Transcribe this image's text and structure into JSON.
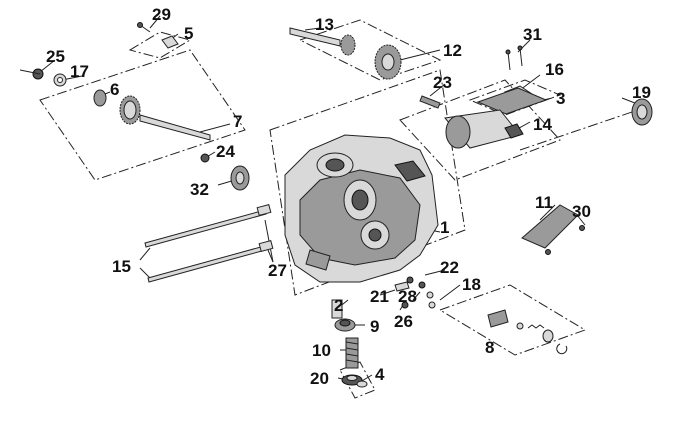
{
  "labels": {
    "p1": "1",
    "p2": "2",
    "p3": "3",
    "p4": "4",
    "p5": "5",
    "p6": "6",
    "p7": "7",
    "p8": "8",
    "p9": "9",
    "p10": "10",
    "p11": "11",
    "p12": "12",
    "p13": "13",
    "p14": "14",
    "p15": "15",
    "p16": "16",
    "p17": "17",
    "p18": "18",
    "p19": "19",
    "p20": "20",
    "p21": "21",
    "p22": "22",
    "p23": "23",
    "p24": "24",
    "p25": "25",
    "p26": "26",
    "p27": "27",
    "p28": "28",
    "p29": "29",
    "p30": "30",
    "p31": "31",
    "p32": "32"
  },
  "colors": {
    "line": "#222222",
    "part_light": "#d9d9d9",
    "part_dark": "#9a9a9a",
    "background": "#ffffff"
  }
}
